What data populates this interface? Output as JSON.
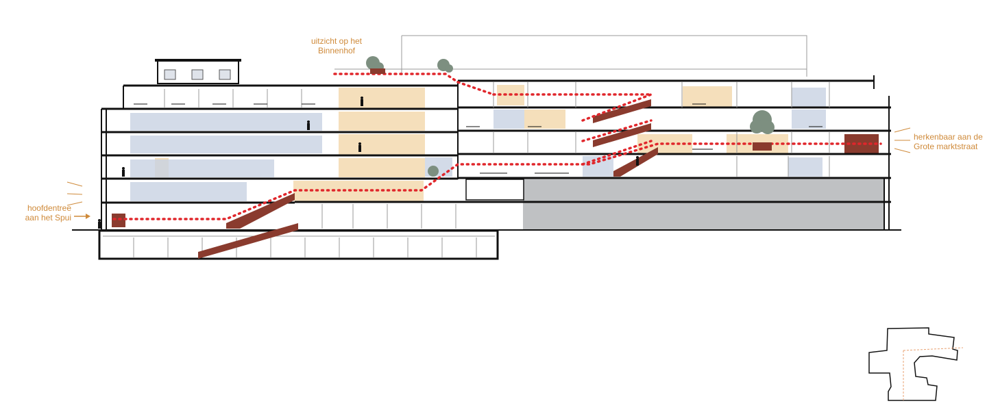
{
  "annotations": {
    "view_binnenhof": {
      "line1": "uitzicht op het",
      "line2": "Binnenhof"
    },
    "main_entrance": {
      "line1": "hoofdentree",
      "line2": "aan het Spui"
    },
    "grote_marktstraat": {
      "line1": "herkenbaar aan de",
      "line2": "Grote marktstraat"
    }
  },
  "colors": {
    "annotation": "#cf8a3a",
    "route": "#e0262b",
    "ramp": "#8a3b2e",
    "warm_zone": "#f5dfbb",
    "glazing": "#c9d3e3",
    "parking": "#bfc1c3",
    "structure": "#111111",
    "tree": "#7d8f80"
  },
  "icons": {
    "entrance_arrow": "arrow-right-icon",
    "tree": "tree-icon",
    "person": "person-icon",
    "furniture": "table-chairs-icon",
    "key_plan": "site-key-plan-icon"
  }
}
